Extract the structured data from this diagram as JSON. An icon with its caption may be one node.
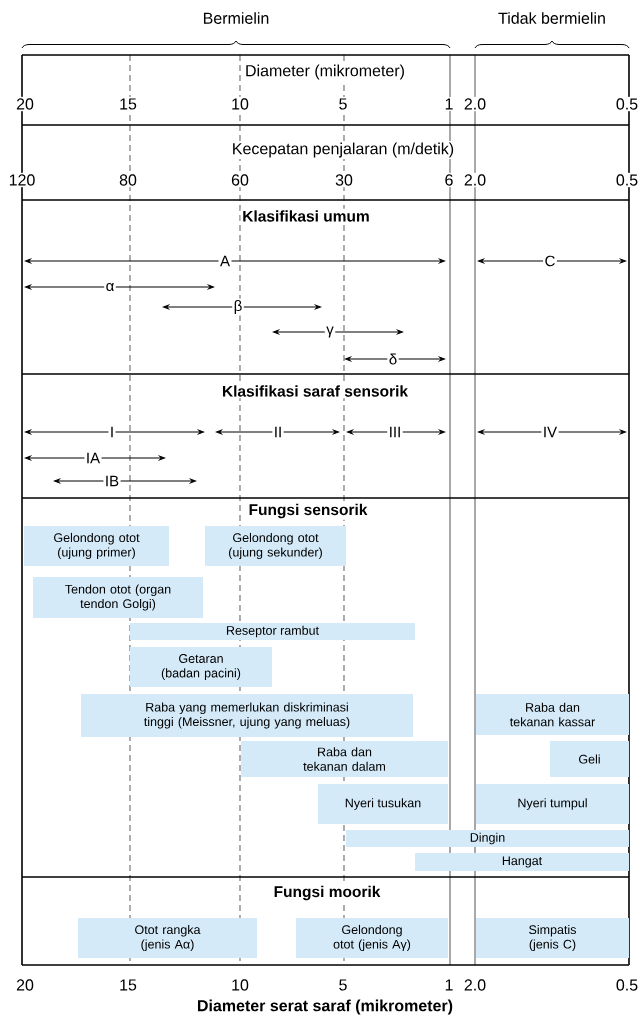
{
  "diagram": {
    "nodes": [
      {
        "text": [
          "Gelondong otot (ujung primer)"
        ]
      },
      {
        "text": [
          "Gelondong otot (ujung sekunder)"
        ]
      },
      {
        "text": [
          "Tendon otot (organ tendon Golgi)"
        ]
      },
      {
        "text": [
          "Reseptor rambut"
        ]
      },
      {
        "text": [
          "Getaran (badan pacini)"
        ]
      },
      {
        "text": [
          "Raba yang memerlukan diskriminasi tinggi (Meissner, ujung yang meluas)"
        ]
      },
      {
        "text": [
          "Raba dan tekanan kassar"
        ]
      },
      {
        "text": [
          "Raba dan tekanan dalam"
        ]
      },
      {
        "text": [
          "Geli"
        ]
      },
      {
        "text": [
          "Nyeri tusukan"
        ]
      },
      {
        "text": [
          "Nyeri tumpul"
        ]
      },
      {
        "text": [
          "Dingin"
        ]
      },
      {
        "text": [
          "Hangat"
        ]
      },
      {
        "text": [
          "Otot rangka (jenis Aα)"
        ]
      },
      {
        "text": [
          "Gelondong otot (jenis Aγ)"
        ]
      },
      {
        "text": [
          "Simpatis (jenis C)"
        ]
      }
    ],
    "labels": [
      "Bermielin",
      "Tidak bermielin",
      "Diameter (mikrometer)",
      "20",
      "15",
      "10",
      "5",
      "1",
      "2.0",
      "0.5",
      "Kecepatan penjalaran (m/detik)",
      "120",
      "80",
      "60",
      "30",
      "6",
      "2.0",
      "0.5",
      "Klasifikasi umum",
      "A",
      "C",
      "α",
      "β",
      "γ",
      "δ",
      "Klasifikasi saraf sensorik",
      "I",
      "II",
      "III",
      "IV",
      "IA",
      "IB",
      "Fungsi sensorik",
      "Fungsi moorik",
      "20",
      "15",
      "10",
      "5",
      "1",
      "2.0",
      "0.5",
      "Diameter serat saraf (mikrometer)"
    ]
  }
}
